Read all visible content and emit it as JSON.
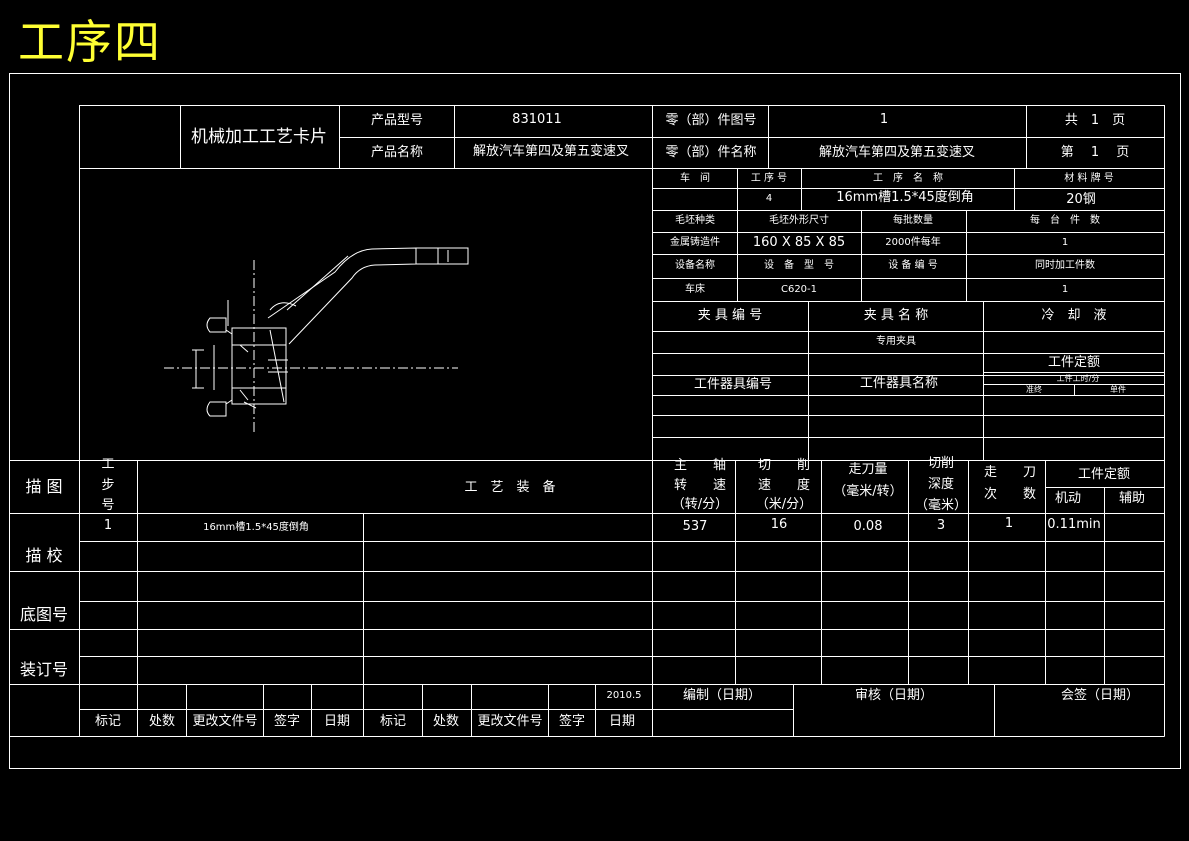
{
  "page_title": "工序四",
  "card": {
    "title": "机械加工工艺卡片",
    "product_model_label": "产品型号",
    "product_model": "831011",
    "part_number_label": "零（部）件图号",
    "part_number": "1",
    "total_pages": "共　1　页",
    "product_name_label": "产品名称",
    "product_name": "解放汽车第四及第五变速叉",
    "part_name_label": "零（部）件名称",
    "part_name": "解放汽车第四及第五变速叉",
    "page_no": "第　 1　 页"
  },
  "info": {
    "workshop_label": "车　间",
    "process_no_label": "工 序 号",
    "process_name_label": "工　序　名　称",
    "material_label": "材 料 牌 号",
    "process_no": "4",
    "process_name": "16mm槽1.5*45度倒角",
    "material": "20钢",
    "blank_type_label": "毛坯种类",
    "blank_size_label": "毛坯外形尺寸",
    "batch_label": "每批数量",
    "per_unit_label": "每　台　件　数",
    "blank_type": "金属铸造件",
    "blank_size": "160 X 85 X 85",
    "batch": "2000件每年",
    "per_unit": "1",
    "equipment_name_label": "设备名称",
    "equipment_model_label": "设　备　型　号",
    "equipment_no_label": "设 备 编 号",
    "concurrent_label": "同时加工件数",
    "equipment_name": "车床",
    "equipment_model": "C620-1",
    "concurrent": "1",
    "fixture_no_label": "夹 具 编 号",
    "fixture_name_label": "夹 具 名 称",
    "coolant_label": "冷　却　液",
    "fixture_name": "专用夹具",
    "time_quota_label": "工件定额",
    "tool_no_label": "工件器具编号",
    "tool_name_label": "工件器具名称",
    "time_sub_label": "工件工时/分",
    "prep_label": "准终",
    "single_label": "单件"
  },
  "side": {
    "draw": "描 图",
    "check": "描 校",
    "base_no": "底图号",
    "binding_no": "装订号"
  },
  "steps_header": {
    "step_no": [
      "工",
      "步",
      "号"
    ],
    "equipment": "工　艺　装　备",
    "spindle": [
      "主　　轴",
      "转　　速",
      "（转/分）"
    ],
    "cut_speed": [
      "切　　削",
      "速　　度",
      "（米/分）"
    ],
    "feed": [
      "走刀量",
      "（毫米/转）"
    ],
    "depth": [
      "切削",
      "深度",
      "（毫米）"
    ],
    "passes": [
      "走　　刀",
      "次　　数"
    ],
    "time_quota": "工件定额",
    "machine": "机动",
    "aux": "辅助"
  },
  "step_row": {
    "no": "1",
    "content": "16mm槽1.5*45度倒角",
    "spindle": "537",
    "speed": "16",
    "feed": "0.08",
    "depth": "3",
    "passes": "1",
    "machine_time": "0.11min"
  },
  "footer": {
    "date": "2010.5",
    "compiled": "编制（日期）",
    "reviewed": "审核（日期）",
    "countersign": "会签（日期）",
    "mark": "标记",
    "places": "处数",
    "change_doc": "更改文件号",
    "signature": "签字",
    "date_label": "日期"
  }
}
